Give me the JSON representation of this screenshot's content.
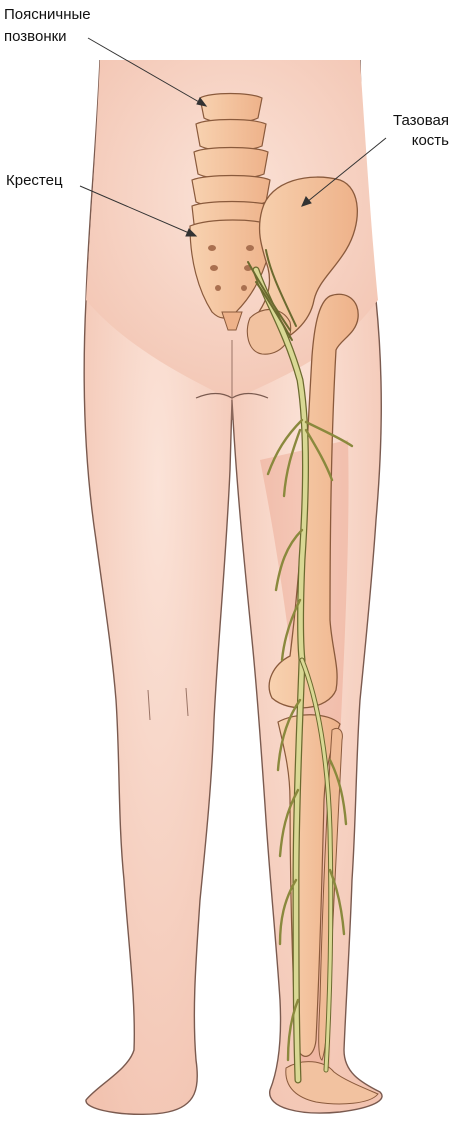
{
  "labels": {
    "lumbar_line1": "Поясничные",
    "lumbar_line2": "позвонки",
    "sacrum": "Крестец",
    "pelvic_line1": "Тазовая",
    "pelvic_line2": "кость"
  },
  "colors": {
    "skin": "#f6d3c3",
    "skin_outline": "#7a5a4f",
    "bone": "#f6c8a3",
    "bone_outline": "#8a5a3c",
    "muscle_tint": "#e8967b",
    "nerve": "#d9d894",
    "nerve_outline": "#6b6a2f",
    "leader_line": "#333333"
  }
}
